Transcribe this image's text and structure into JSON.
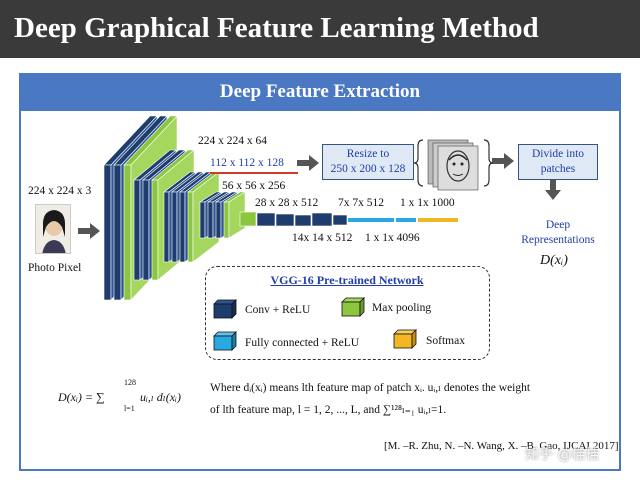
{
  "slide": {
    "title": "Deep Graphical Feature Learning Method"
  },
  "panel": {
    "title": "Deep Feature Extraction"
  },
  "input": {
    "size_label": "224 x 224 x 3",
    "photo_label": "Photo Pixel"
  },
  "layers": {
    "l1": "224 x 224 x 64",
    "l2": "112 x 112 x 128",
    "l3": "56 x 56 x 256",
    "l4": "28 x 28 x 512",
    "l5": "14x 14 x 512",
    "l6": "7x 7x 512",
    "l7": "1 x 1x 4096",
    "l8": "1 x 1x 1000"
  },
  "flow": {
    "resize_line1": "Resize to",
    "resize_line2": "250 x 200 x 128",
    "divide_line1": "Divide into",
    "divide_line2": "patches",
    "deep_line1": "Deep",
    "deep_line2": "Representations",
    "d_xi": "D(xᵢ)"
  },
  "legend": {
    "title": "VGG-16 Pre-trained Network",
    "conv": "Conv + ReLU",
    "pool": "Max pooling",
    "fc": "Fully connected + ReLU",
    "softmax": "Softmax"
  },
  "formula": {
    "lhs": "D(xᵢ) = ∑",
    "sum_top": "128",
    "sum_bottom": "l=1",
    "rhs": "uᵢ,ₗ dₗ(xᵢ)",
    "line1": "Where dᵢ(xᵢ) means lth feature map of patch xᵢ. uᵢ,ₗ denotes the weight",
    "line2": "of lth feature map, l = 1, 2, ..., L, and ∑¹²⁸ₗ₌₁ uᵢ,ₗ=1."
  },
  "citation": "[M. –R. Zhu, N. –N. Wang, X. –B. Gao, IJCAI 2017]",
  "watermark": "知乎 @桂桂",
  "colors": {
    "title_bar": "#3a3a3a",
    "panel_accent": "#4a78c2",
    "conv": "#1e3d6e",
    "pool": "#8cc63f",
    "fc": "#29a9e1",
    "softmax": "#f2b824",
    "label_blue": "#1f3ea8"
  }
}
